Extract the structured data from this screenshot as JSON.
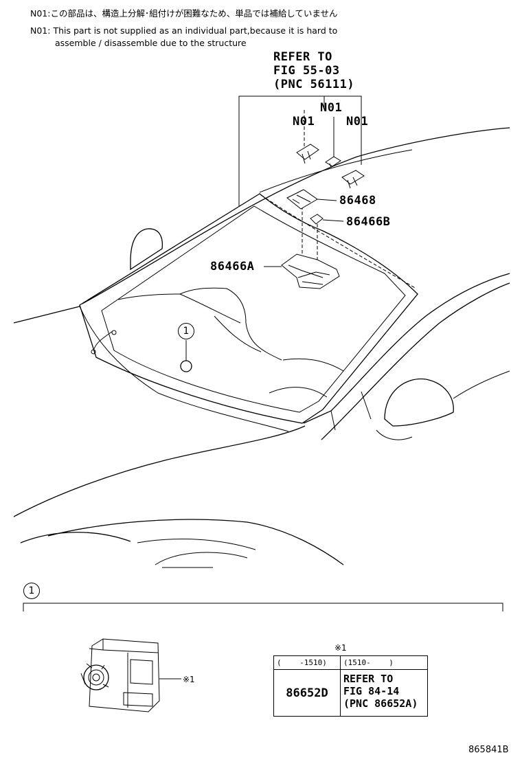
{
  "notes": {
    "line_ja": "N01:この部品は、構造上分解･組付けが困難なため、単品では補給していません",
    "line_en_1": "N01: This part is not supplied as an individual part,because it is hard to",
    "line_en_2": "assemble / disassemble due to the structure"
  },
  "refer": {
    "line1": "REFER TO",
    "line2": "FIG 55-03",
    "line3": "(PNC 56111)"
  },
  "callouts": {
    "n01_center": "N01",
    "n01_left": "N01",
    "n01_right": "N01",
    "p86468": "86468",
    "p86466b": "86466B",
    "p86466a": "86466A"
  },
  "markers": {
    "circle_one_top": "1",
    "circle_one_section": "1",
    "asterisk_label": "※1",
    "asterisk_table": "※1"
  },
  "table": {
    "col1_header": "(    -1510)",
    "col2_header": "(1510-    )",
    "part_number": "86652D",
    "ref_line1": "REFER TO",
    "ref_line2": "FIG 84-14",
    "ref_line3": "(PNC 86652A)"
  },
  "footer": {
    "drawing_id": "865841B"
  }
}
